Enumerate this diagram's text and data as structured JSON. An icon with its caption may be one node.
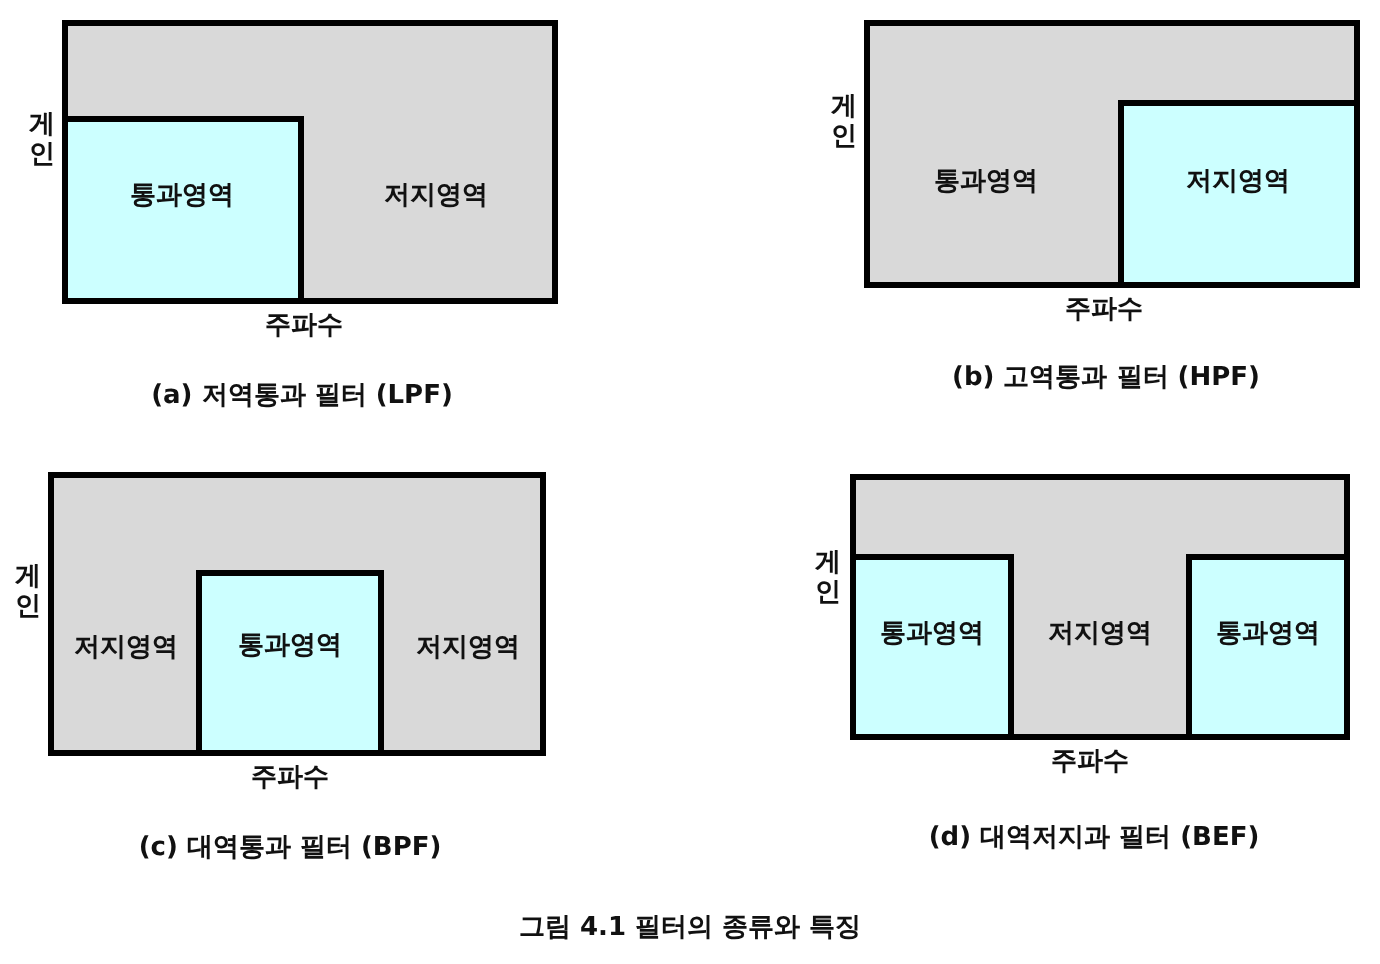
{
  "diagram": {
    "caption": "그림 4.1 필터의 종류와 특징",
    "nodes": [
      {
        "text": [
          "저지영역"
        ]
      },
      {
        "text": [
          "통과영역"
        ],
        "in": 0
      },
      {
        "text": [
          "통과영역"
        ]
      },
      {
        "text": [
          "저지영역"
        ],
        "in": 2
      },
      {
        "text": [
          "저지영역",
          "저지영역"
        ]
      },
      {
        "text": [
          "통과영역"
        ],
        "in": 4
      },
      {
        "text": [
          "저지영역"
        ]
      },
      {
        "text": [
          "통과영역"
        ],
        "in": 6
      },
      {
        "text": [
          "통과영역"
        ],
        "in": 6
      }
    ],
    "labels": [
      "게인",
      "주파수",
      "(a) 저역통과 필터 (LPF)",
      "게인",
      "주파수",
      "(b) 고역통과 필터 (HPF)",
      "게인",
      "주파수",
      "(c) 대역통과 필터 (BPF)",
      "게인",
      "주파수",
      "(d) 대역저지과 필터 (BEF)"
    ]
  }
}
